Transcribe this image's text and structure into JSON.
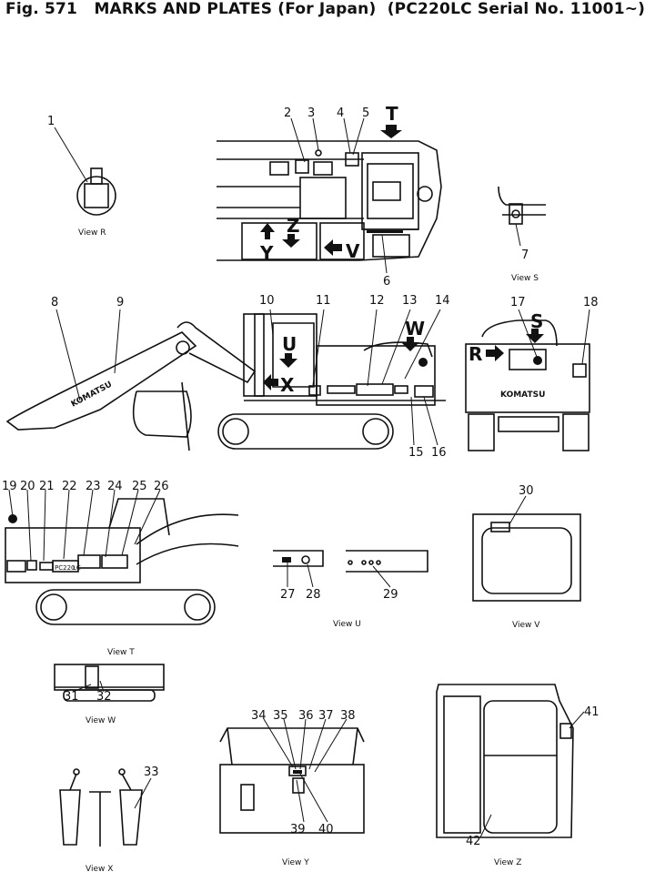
{
  "title": {
    "figure": "Fig. 571",
    "name": "MARKS AND PLATES (For Japan)",
    "model": "(PC220LC Serial No. 11001~)"
  },
  "views": {
    "r": "View R",
    "s": "View S",
    "t": "View T",
    "u": "View U",
    "v": "View V",
    "w": "View W",
    "x": "View X",
    "y": "View Y",
    "z": "View Z"
  },
  "letters": {
    "T": "T",
    "U": "U",
    "V": "V",
    "W": "W",
    "X": "X",
    "Y": "Y",
    "Z": "Z",
    "R": "R",
    "S": "S"
  },
  "labels": {
    "brand": "KOMATSU",
    "model_plate": "PC220",
    "lc": "LC"
  },
  "parts": [
    "1",
    "2",
    "3",
    "4",
    "5",
    "6",
    "7",
    "8",
    "9",
    "10",
    "11",
    "12",
    "13",
    "14",
    "15",
    "16",
    "17",
    "18",
    "19",
    "20",
    "21",
    "22",
    "23",
    "24",
    "25",
    "26",
    "27",
    "28",
    "29",
    "30",
    "31",
    "32",
    "33",
    "34",
    "35",
    "36",
    "37",
    "38",
    "39",
    "40",
    "41",
    "42"
  ],
  "colors": {
    "ink": "#111111",
    "paper": "#ffffff"
  }
}
